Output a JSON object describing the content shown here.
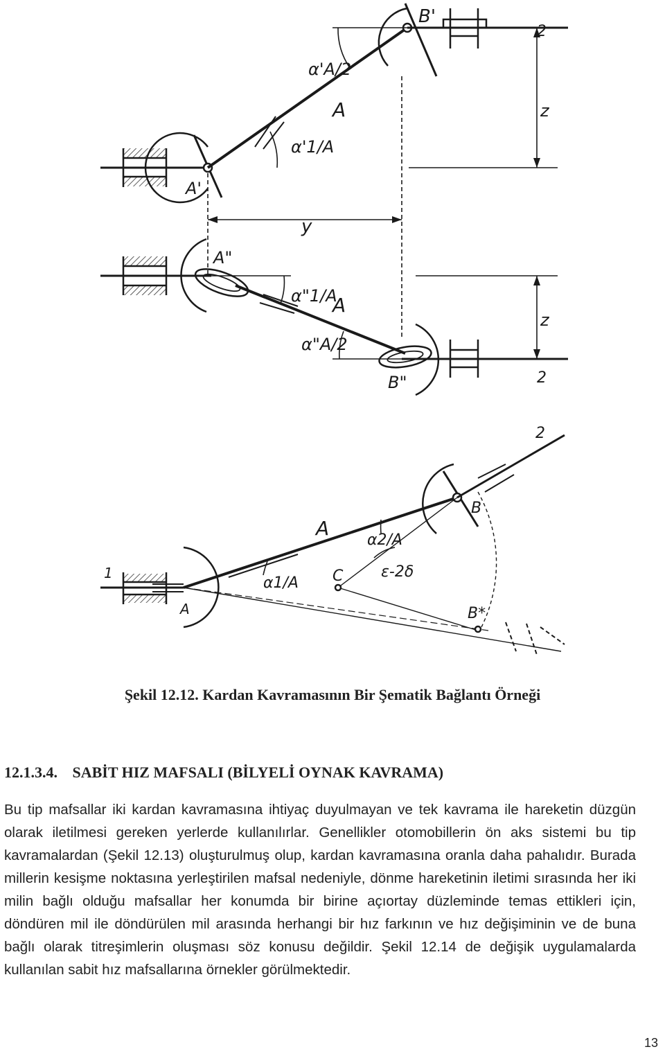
{
  "figure": {
    "labels": {
      "b_prime": "B'",
      "two_top": "2",
      "alpha_prime_a2": "α'A/2",
      "a_top": "A",
      "z": "z",
      "alpha_prime_1a": "α'1/A",
      "a_prime": "A'",
      "y": "y",
      "a_double": "A\"",
      "alpha_double_1a": "α\"1/A",
      "a_mid": "A",
      "z_lower": "z",
      "alpha_double_a2": "α\"A/2",
      "b_double": "B\"",
      "two_mid": "2",
      "two_bottom": "2",
      "b_bottom": "B",
      "a_bottom": "A",
      "alpha_2a": "α2/A",
      "one": "1",
      "c": "C",
      "eps": "ε-2δ",
      "alpha_1a": "α1/A",
      "a_small": "A",
      "b_star": "B*"
    }
  },
  "caption": "Şekil 12.12. Kardan Kavramasının Bir Şematik Bağlantı Örneği",
  "section": {
    "number": "12.1.3.4.",
    "title": "SABİT HIZ MAFSALI (BİLYELİ OYNAK KAVRAMA)"
  },
  "paragraph": "Bu tip mafsallar iki kardan kavramasına ihtiyaç duyulmayan ve tek kavrama ile hareketin düzgün olarak iletilmesi gereken yerlerde kullanılırlar. Genellikler otomobillerin ön aks sistemi bu tip kavramalardan (Şekil 12.13) oluşturulmuş olup, kardan kavramasına oranla daha pahalıdır. Burada millerin kesişme noktasına yerleştirilen mafsal nedeniyle, dönme hareketinin iletimi sırasında her iki milin bağlı olduğu mafsallar her konumda bir birine açıortay düzleminde temas ettikleri için, döndüren mil ile döndürülen mil arasında herhangi bir hız farkının ve hız değişiminin ve de buna bağlı olarak titreşimlerin oluşması söz konusu değildir. Şekil 12.14 de değişik uygulamalarda kullanılan sabit hız mafsallarına örnekler görülmektedir.",
  "page_number": "13"
}
